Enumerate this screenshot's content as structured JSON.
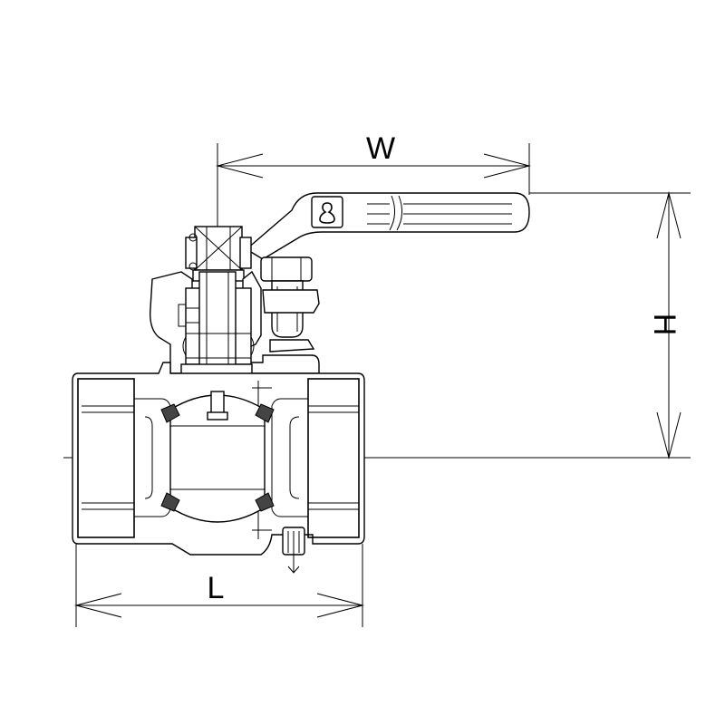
{
  "dimensions": {
    "width_label": "W",
    "height_label": "H",
    "length_label": "L"
  },
  "colors": {
    "line": "#000000",
    "background": "#ffffff",
    "seat": "#444444"
  }
}
